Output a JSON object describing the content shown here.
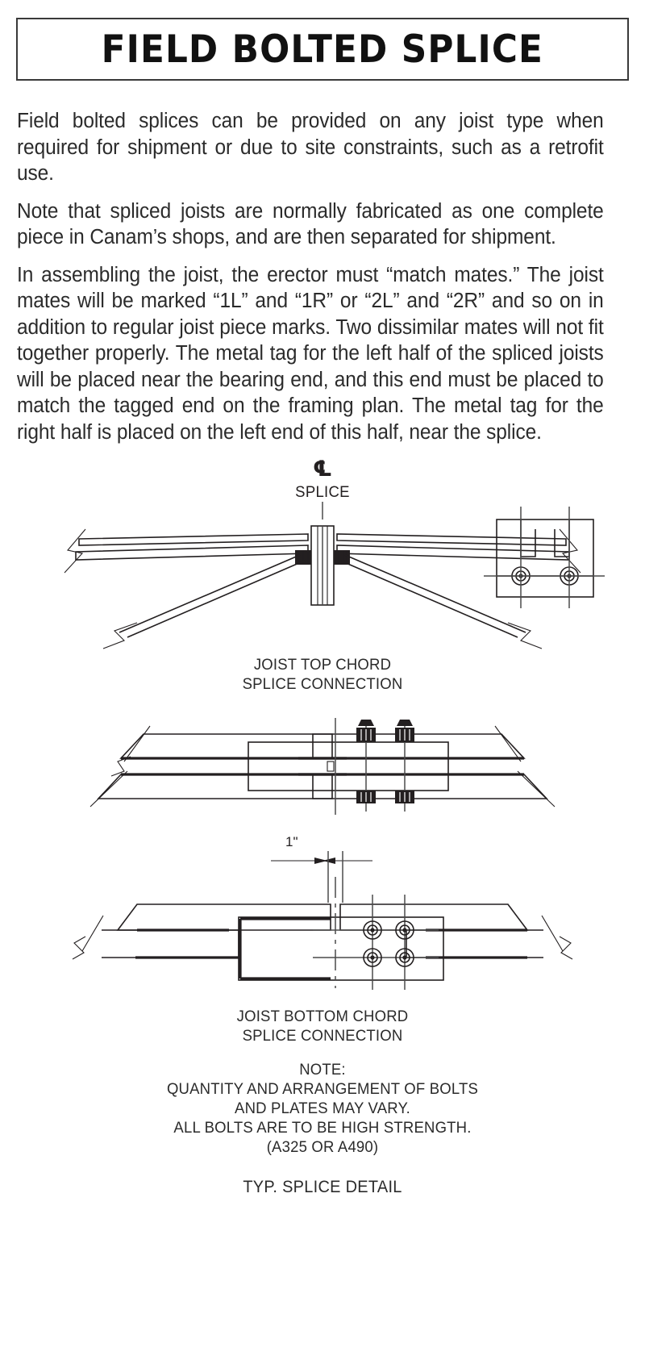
{
  "title": {
    "text": "FIELD BOLTED SPLICE"
  },
  "body": {
    "paragraphs": [
      "Field bolted splices can be provided on any joist type when required for shipment or due to site constraints, such as a retrofit use.",
      "Note that spliced joists are normally fabricated as one complete piece in Canam’s shops, and are then separated for shipment.",
      "In assembling the joist, the erector must “match mates.” The joist mates will be marked “1L” and “1R” or “2L” and “2R” and so on in addition to regular joist piece marks. Two dissimilar mates will not fit together properly. The metal tag for the left half of the spliced joists will be placed near the bearing end, and this end must be placed to match the tagged end on the framing plan. The metal tag for the right half is placed on the left end of this half, near the splice."
    ]
  },
  "figures": {
    "centerline_symbol": "℄",
    "splice_label": "SPLICE",
    "top_chord_caption_line1": "JOIST TOP CHORD",
    "top_chord_caption_line2": "SPLICE CONNECTION",
    "bottom_chord_caption_line1": "JOIST BOTTOM CHORD",
    "bottom_chord_caption_line2": "SPLICE CONNECTION",
    "dimension_label": "1\""
  },
  "note": {
    "heading": "NOTE:",
    "lines": [
      "QUANTITY AND ARRANGEMENT OF BOLTS",
      "AND PLATES MAY VARY.",
      "ALL BOLTS ARE TO BE HIGH STRENGTH.",
      "(A325 OR A490)"
    ]
  },
  "final_caption": "TYP. SPLICE DETAIL",
  "colors": {
    "ink": "#231f20",
    "border": "#3a3a3a",
    "background": "#ffffff"
  }
}
